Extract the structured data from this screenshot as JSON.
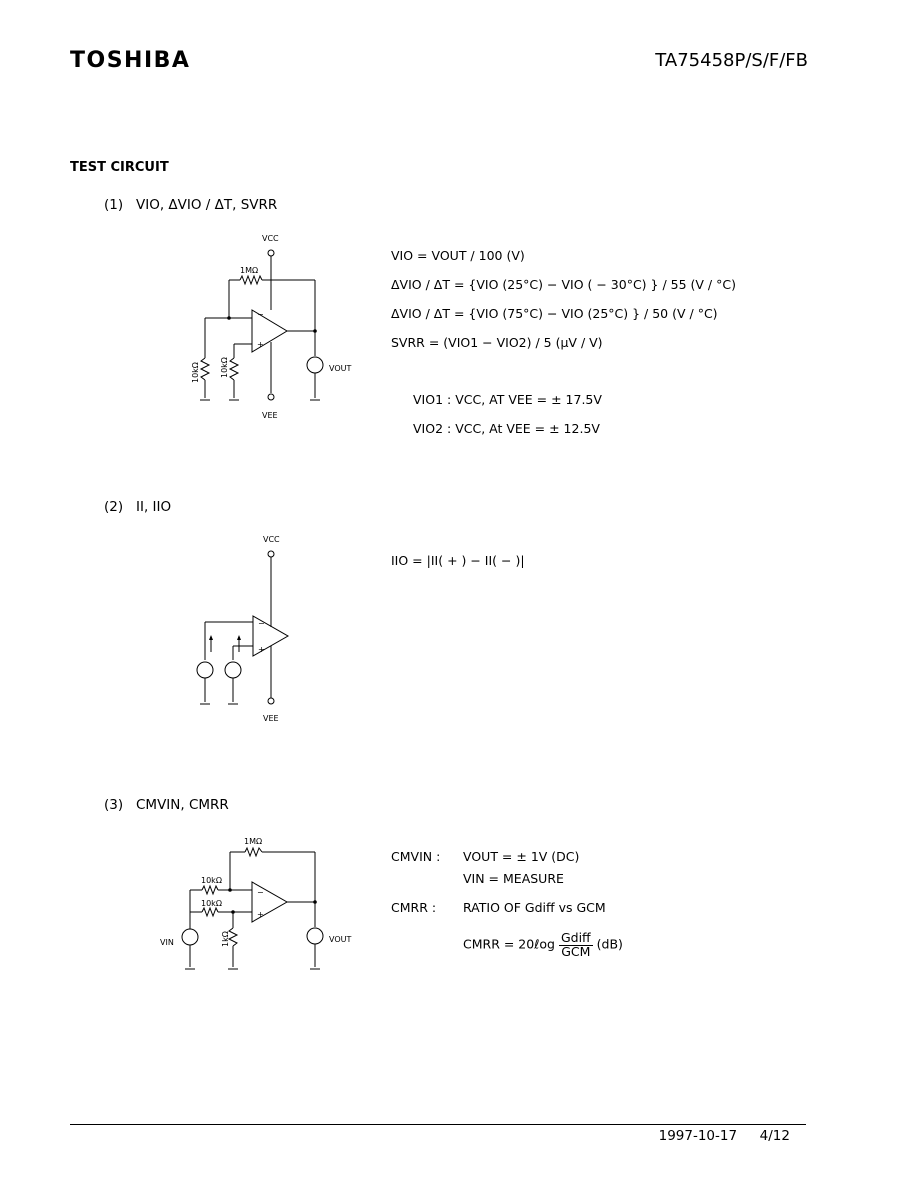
{
  "header": {
    "logo": "TOSHIBA",
    "part_number": "TA75458P/S/F/FB"
  },
  "section_title": "TEST CIRCUIT",
  "c1": {
    "num": "(1)",
    "heading": "VIO, ΔVIO / ΔT, SVRR",
    "eq1": "VIO = VOUT / 100 (V)",
    "eq2": "ΔVIO / ΔT = {VIO (25°C) − VIO ( − 30°C) } / 55 (V / °C)",
    "eq3": "ΔVIO / ΔT = {VIO (75°C) − VIO (25°C) } / 50 (V / °C)",
    "eq4": "SVRR = (VIO1 − VIO2) / 5 (μV / V)",
    "cond1": "VIO1 : VCC, AT VEE = ± 17.5V",
    "cond2": "VIO2 : VCC, At VEE = ± 12.5V",
    "labels": {
      "vcc": "VCC",
      "vee": "VEE",
      "vout": "VOUT",
      "r1": "1MΩ",
      "r2": "10kΩ",
      "r3": "10kΩ"
    }
  },
  "c2": {
    "num": "(2)",
    "heading": "II, IIO",
    "eq1": "IIO = |II( + ) − II( − )|",
    "labels": {
      "vcc": "VCC",
      "vee": "VEE"
    }
  },
  "c3": {
    "num": "(3)",
    "heading": "CMVIN, CMRR",
    "cmv_label": "CMVIN :",
    "cmv_line1": "VOUT = ± 1V (DC)",
    "cmv_line2": "VIN = MEASURE",
    "cmrr_label": "CMRR :",
    "cmrr_line": "RATIO OF Gdiff vs GCM",
    "cmrr_eq_prefix": "CMRR = 20ℓog",
    "cmrr_num": "Gdiff",
    "cmrr_den": "GCM",
    "cmrr_unit": "(dB)",
    "labels": {
      "r1": "1MΩ",
      "r2": "10kΩ",
      "r3": "10kΩ",
      "r4": "1kΩ",
      "vin": "VIN",
      "vout": "VOUT"
    }
  },
  "footer": {
    "date": "1997-10-17",
    "page": "4/12"
  }
}
